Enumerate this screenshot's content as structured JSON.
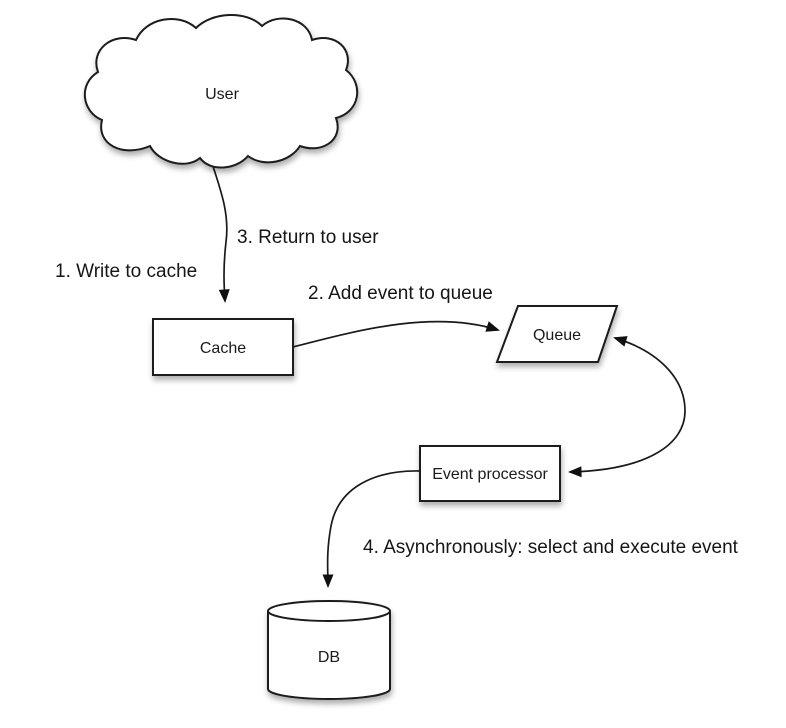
{
  "canvas": {
    "background": "#ffffff",
    "line_color": "#1a1a1a",
    "shape_fill": "#ffffff",
    "text_color": "#1a1a1a"
  },
  "nodes": {
    "user": {
      "label": "User",
      "shape": "cloud"
    },
    "cache": {
      "label": "Cache",
      "shape": "rectangle"
    },
    "queue": {
      "label": "Queue",
      "shape": "parallelogram"
    },
    "event_processor": {
      "label": "Event processor",
      "shape": "rectangle"
    },
    "db": {
      "label": "DB",
      "shape": "cylinder"
    }
  },
  "edges": {
    "write_to_cache": {
      "from": "user",
      "to": "cache",
      "label": "1. Write to cache"
    },
    "add_event_to_queue": {
      "from": "cache",
      "to": "queue",
      "label": "2. Add event to queue"
    },
    "return_to_user": {
      "from": "cache",
      "to": "user",
      "label": "3. Return to user"
    },
    "queue_event_processor": {
      "from": "queue",
      "to": "event_processor",
      "bidirectional": true,
      "label": ""
    },
    "async_select_execute": {
      "from": "event_processor",
      "to": "db",
      "label": "4. Asynchronously: select and execute event"
    }
  }
}
